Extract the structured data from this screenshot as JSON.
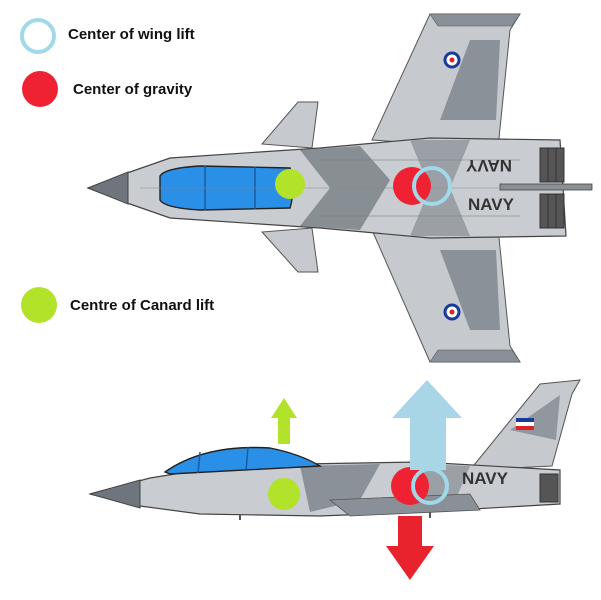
{
  "legend": {
    "wing_lift": "Center of wing lift",
    "gravity": "Center of gravity",
    "canard_lift": "Centre of Canard lift"
  },
  "aircraft": {
    "top_marking": "NAVY",
    "side_marking": "NAVY"
  },
  "colors": {
    "wing_lift_ring": "#9fd9ea",
    "gravity_dot": "#ee2233",
    "canard_dot": "#b3e22a",
    "lift_arrow": "#a8d6e6",
    "weight_arrow": "#e8232e",
    "canard_arrow": "#b3e22a",
    "canopy": "#2a8fe6",
    "camo_light": "#c8ccd0",
    "camo_dark": "#7b8289"
  },
  "icons": [
    "open-circle-icon",
    "red-dot-icon",
    "green-dot-icon",
    "up-arrow-icon",
    "down-arrow-icon"
  ]
}
